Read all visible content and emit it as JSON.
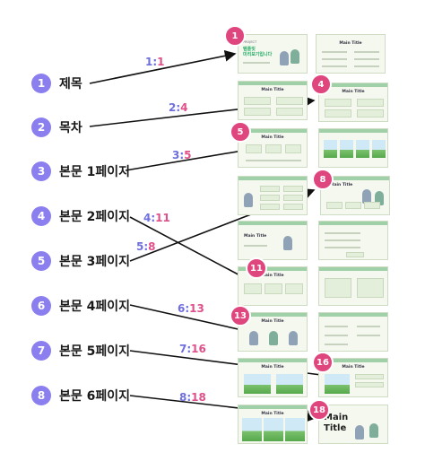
{
  "items": [
    {
      "num": "1",
      "label": "제목"
    },
    {
      "num": "2",
      "label": "목차"
    },
    {
      "num": "3",
      "label": "본문 1페이지"
    },
    {
      "num": "4",
      "label": "본문 2페이지"
    },
    {
      "num": "5",
      "label": "본문 3페이지"
    },
    {
      "num": "6",
      "label": "본문 4페이지"
    },
    {
      "num": "7",
      "label": "본문 5페이지"
    },
    {
      "num": "8",
      "label": "본문 6페이지"
    }
  ],
  "ratios": [
    {
      "left": "1",
      "right": "1"
    },
    {
      "left": "2",
      "right": "4"
    },
    {
      "left": "3",
      "right": "5"
    },
    {
      "left": "4",
      "right": "11"
    },
    {
      "left": "5",
      "right": "8"
    },
    {
      "left": "6",
      "right": "13"
    },
    {
      "left": "7",
      "right": "16"
    },
    {
      "left": "8",
      "right": "18"
    }
  ],
  "badges": [
    "1",
    "4",
    "5",
    "8",
    "11",
    "13",
    "16",
    "18"
  ],
  "slide_text": {
    "main_title": "Main Title",
    "title_slide_top": "PROJECT",
    "title_slide_line1": "템플릿",
    "title_slide_line2": "미리보기입니다",
    "big_main": "Main",
    "big_title": "Title"
  },
  "colors": {
    "item_circle": "#8b7ff0",
    "badge": "#e0467e",
    "arrow": "#111111"
  }
}
